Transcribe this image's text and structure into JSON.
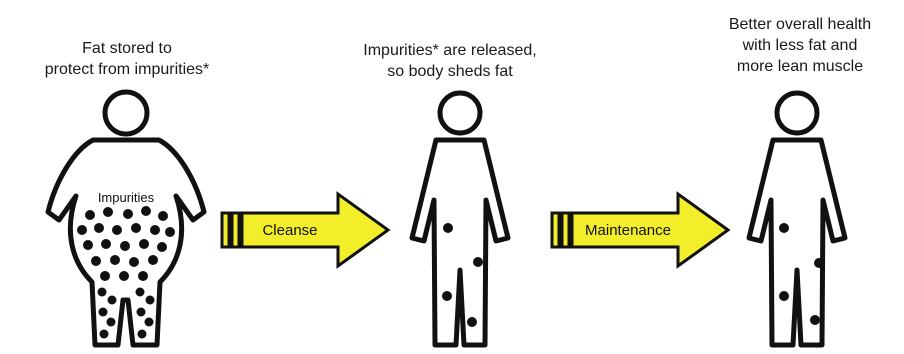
{
  "captions": {
    "stage1": [
      "Fat stored to",
      "protect from impurities*"
    ],
    "stage2": [
      "Impurities* are released,",
      "so body sheds fat"
    ],
    "stage3": [
      "Better overall health",
      "with less fat and",
      "more lean muscle"
    ]
  },
  "labels": {
    "impurities": "Impurities",
    "arrow1": "Cleanse",
    "arrow2": "Maintenance"
  },
  "colors": {
    "arrow_fill": "#f2ee2a",
    "outline": "#111111"
  }
}
